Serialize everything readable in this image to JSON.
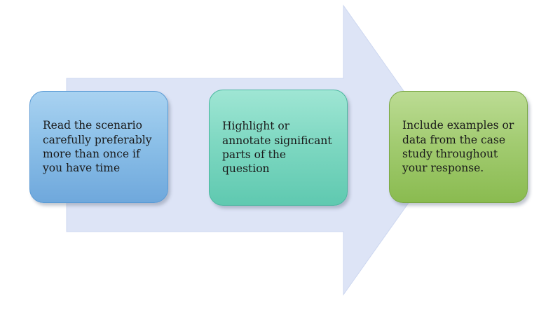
{
  "diagram": {
    "type": "process-flow",
    "arrow": {
      "name": "right-arrow",
      "color": "#dde4f6",
      "edge_color": "#d2dbf2"
    },
    "steps": [
      {
        "label": "Read the scenario carefully preferably more than once if you have time",
        "fill_top": "#a9d2f1",
        "fill_bottom": "#6fa8dc",
        "border": "#5b9bd5"
      },
      {
        "label": "Highlight or annotate significant parts of the question",
        "fill_top": "#9fe6d4",
        "fill_bottom": "#5fc9b0",
        "border": "#4bb8a0"
      },
      {
        "label": "Include examples or data from the case study throughout your response.",
        "fill_top": "#bcdc94",
        "fill_bottom": "#8abb50",
        "border": "#7aa845"
      }
    ]
  }
}
